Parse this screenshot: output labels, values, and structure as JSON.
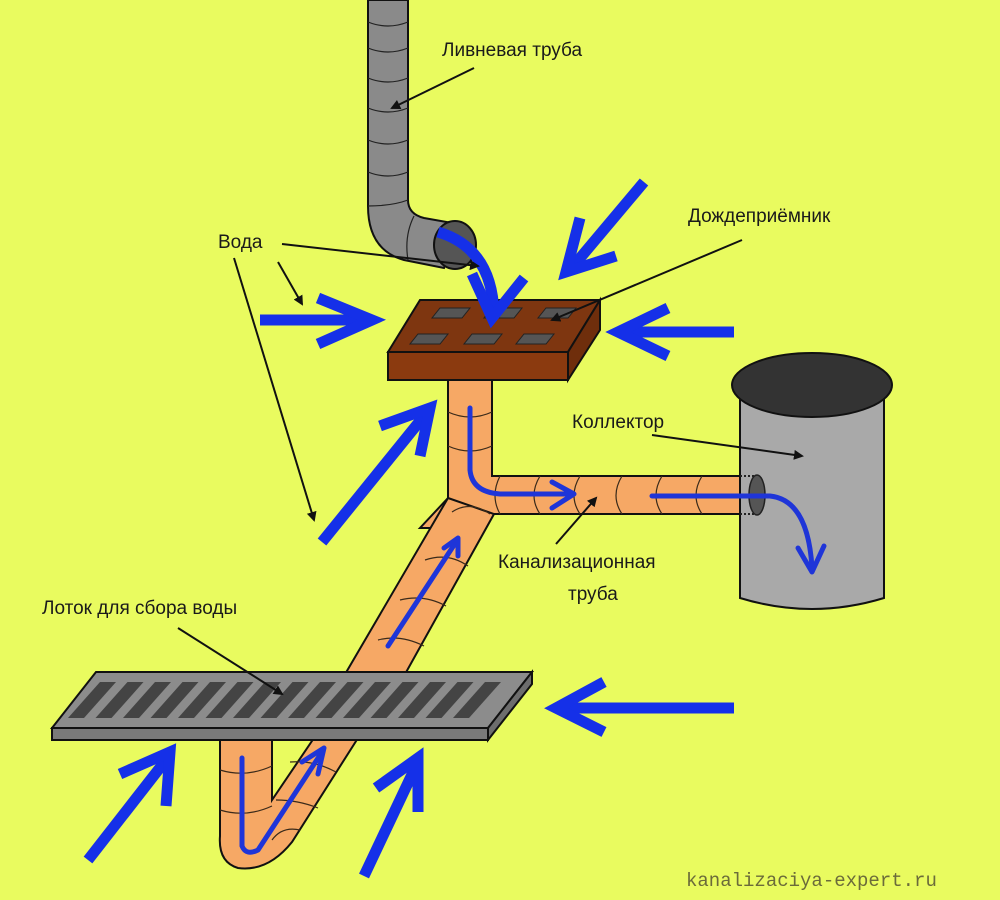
{
  "diagram": {
    "title": "Схема ливневой канализации",
    "background_color": "#e9fb5f",
    "colors": {
      "water_arrow": "#1530e8",
      "downpipe": "#8a8a8a",
      "rain_inlet": "#8b3a0f",
      "sewer_pipe": "#f6a865",
      "collector": "#a9a9a9",
      "collector_lid": "#333333",
      "tray": "#8c8c8c"
    },
    "labels": {
      "downpipe": "Ливневая труба",
      "water": "Вода",
      "rain_inlet": "Дождеприёмник",
      "collector": "Коллектор",
      "sewer_pipe_line1": "Канализационная",
      "sewer_pipe_line2": "труба",
      "tray": "Лоток для сбора воды"
    },
    "watermark": "kanalizaciya-expert.ru",
    "components": [
      {
        "id": "downpipe",
        "name": "Ливневая труба"
      },
      {
        "id": "rain_inlet",
        "name": "Дождеприёмник"
      },
      {
        "id": "sewer_pipe",
        "name": "Канализационная труба"
      },
      {
        "id": "collector",
        "name": "Коллектор"
      },
      {
        "id": "tray",
        "name": "Лоток для сбора воды"
      }
    ],
    "flows": [
      {
        "from": "downpipe",
        "to": "rain_inlet"
      },
      {
        "from": "surface",
        "to": "rain_inlet"
      },
      {
        "from": "surface",
        "to": "tray"
      },
      {
        "from": "rain_inlet",
        "to": "sewer_pipe"
      },
      {
        "from": "tray",
        "to": "sewer_pipe"
      },
      {
        "from": "sewer_pipe",
        "to": "collector"
      }
    ]
  }
}
